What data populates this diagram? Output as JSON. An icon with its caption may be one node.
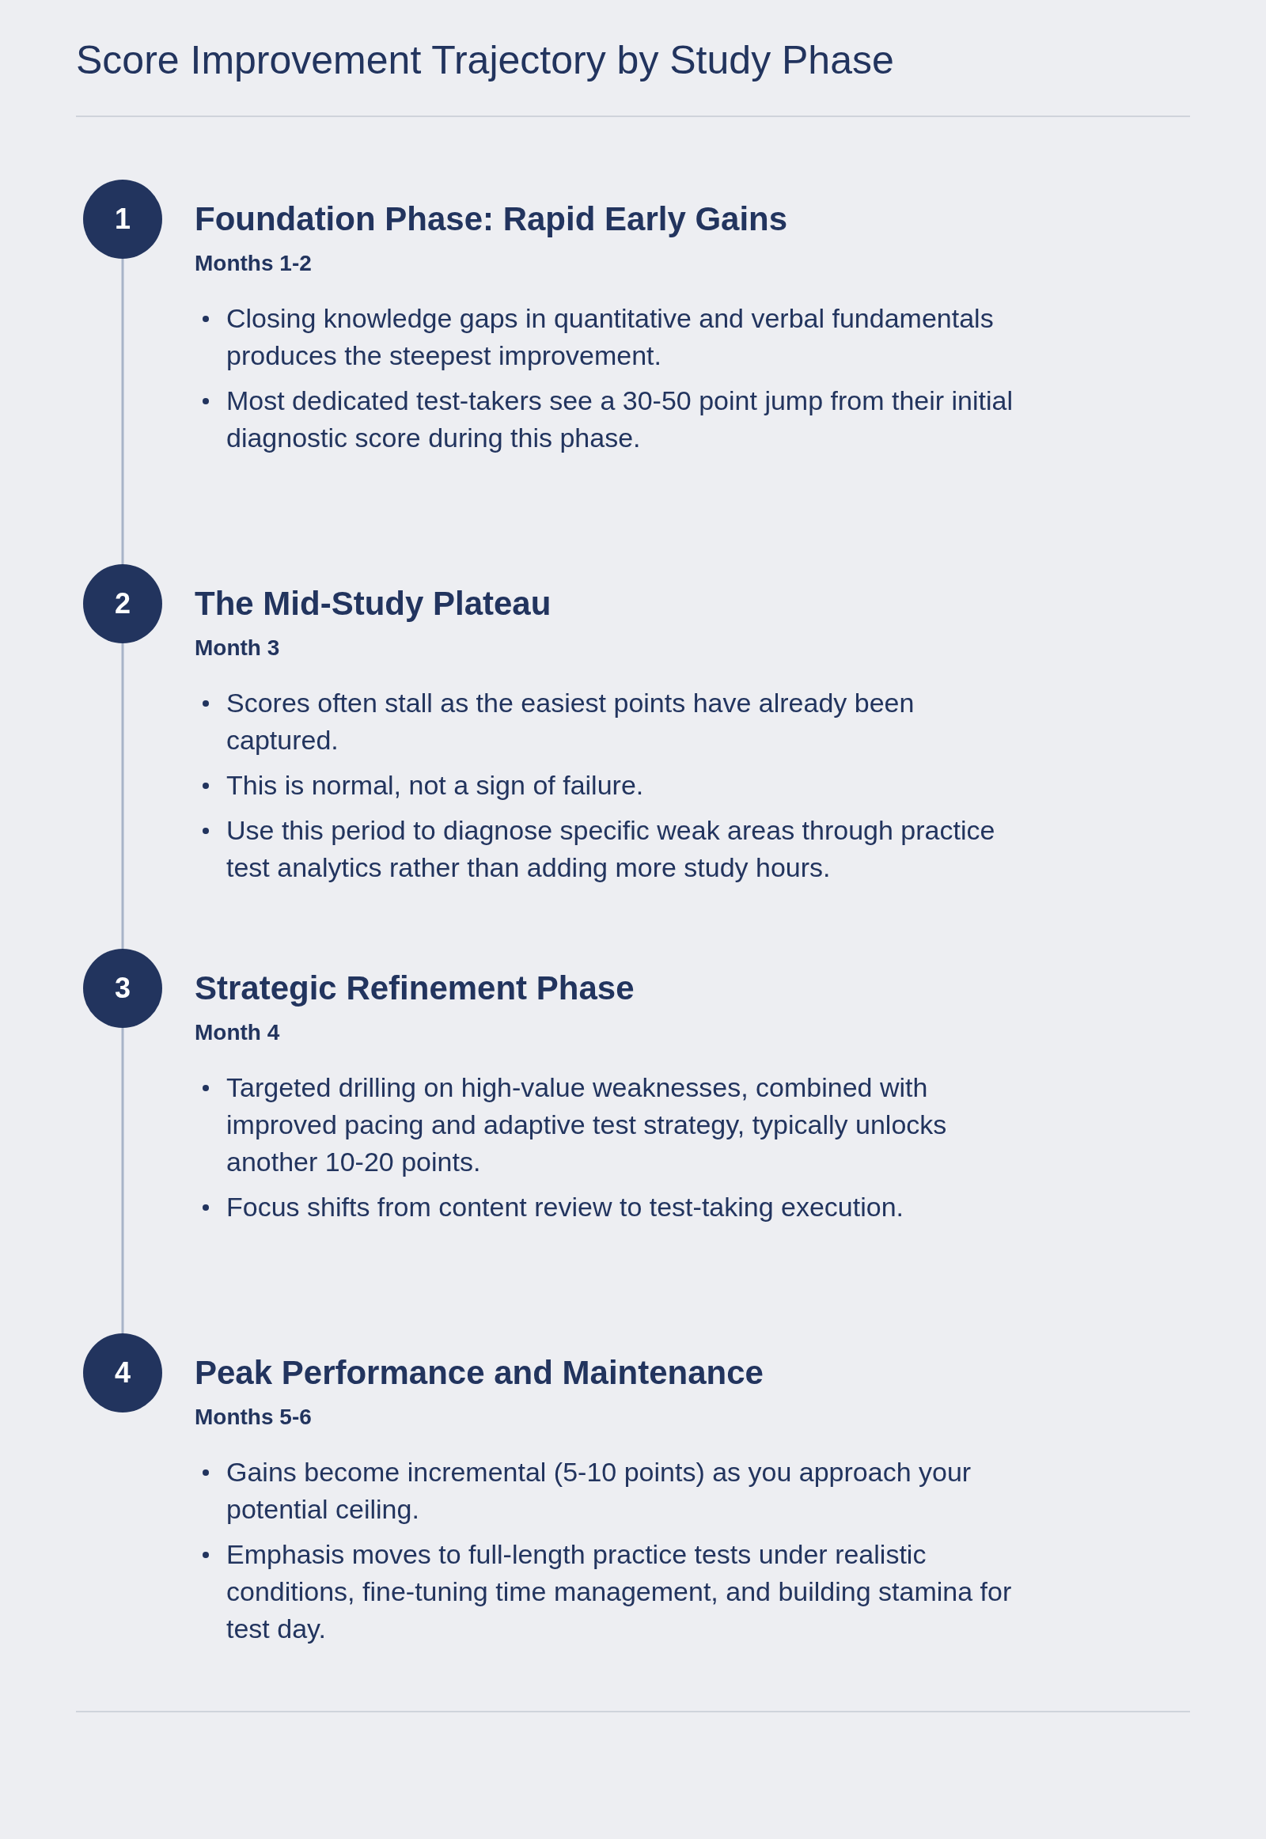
{
  "diagram": {
    "title": "Score Improvement Trajectory by Study Phase",
    "nodes": [
      {
        "text": [
          "1"
        ],
        "beside": [
          "Foundation Phase: Rapid Early Gains",
          "Months 1-2",
          "Closing knowledge gaps in quantitative and verbal fundamentals produces the steepest improvement.",
          "Most dedicated test-takers see a 30-50 point jump from their initial diagnostic score during this phase."
        ]
      },
      {
        "text": [
          "2"
        ],
        "beside": [
          "The Mid-Study Plateau",
          "Month 3",
          "Scores often stall as the easiest points have already been captured.",
          "This is normal, not a sign of failure.",
          "Use this period to diagnose specific weak areas through practice test analytics rather than adding more study hours."
        ]
      },
      {
        "text": [
          "3"
        ],
        "beside": [
          "Strategic Refinement Phase",
          "Month 4",
          "Targeted drilling on high-value weaknesses, combined with improved pacing and adaptive test strategy, typically unlocks another 10-20 points.",
          "Focus shifts from content review to test-taking execution."
        ]
      },
      {
        "text": [
          "4"
        ],
        "beside": [
          "Peak Performance and Maintenance",
          "Months 5-6",
          "Gains become incremental (5-10 points) as you approach your potential ceiling.",
          "Emphasis moves to full-length practice tests under realistic conditions, fine-tuning time management, and building stamina for test day."
        ]
      }
    ],
    "edges": [
      {
        "from": 0,
        "to": 1,
        "arrow": "none"
      },
      {
        "from": 1,
        "to": 2,
        "arrow": "none"
      },
      {
        "from": 2,
        "to": 3,
        "arrow": "none"
      }
    ]
  }
}
